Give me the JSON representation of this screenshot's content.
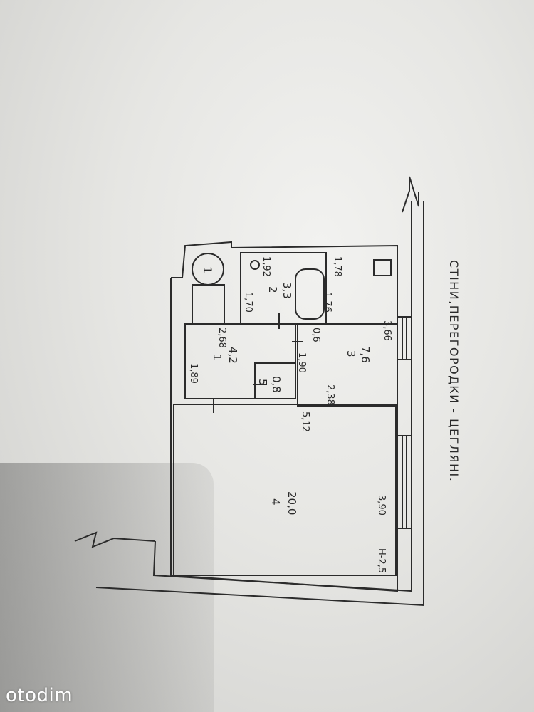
{
  "plan": {
    "caption": "СТІНИ,ПЕРЕГОРОДКИ  -  ЦЕГЛЯНІ.",
    "ceiling_height": "Н-2,5",
    "stair_marker": "1",
    "rooms": [
      {
        "number": "1",
        "area": "4,2"
      },
      {
        "number": "2",
        "area": "3,3"
      },
      {
        "number": "3",
        "area": "7,6"
      },
      {
        "number": "4",
        "area": "20,0"
      },
      {
        "number": "5",
        "area": "0,8"
      }
    ],
    "dimensions": [
      "1,92",
      "1,78",
      "1,70",
      "1,76",
      "2,68",
      "0,6",
      "1,89",
      "1,90",
      "3,66",
      "2,38",
      "5,12",
      "3,90"
    ]
  },
  "watermark": "otodim"
}
